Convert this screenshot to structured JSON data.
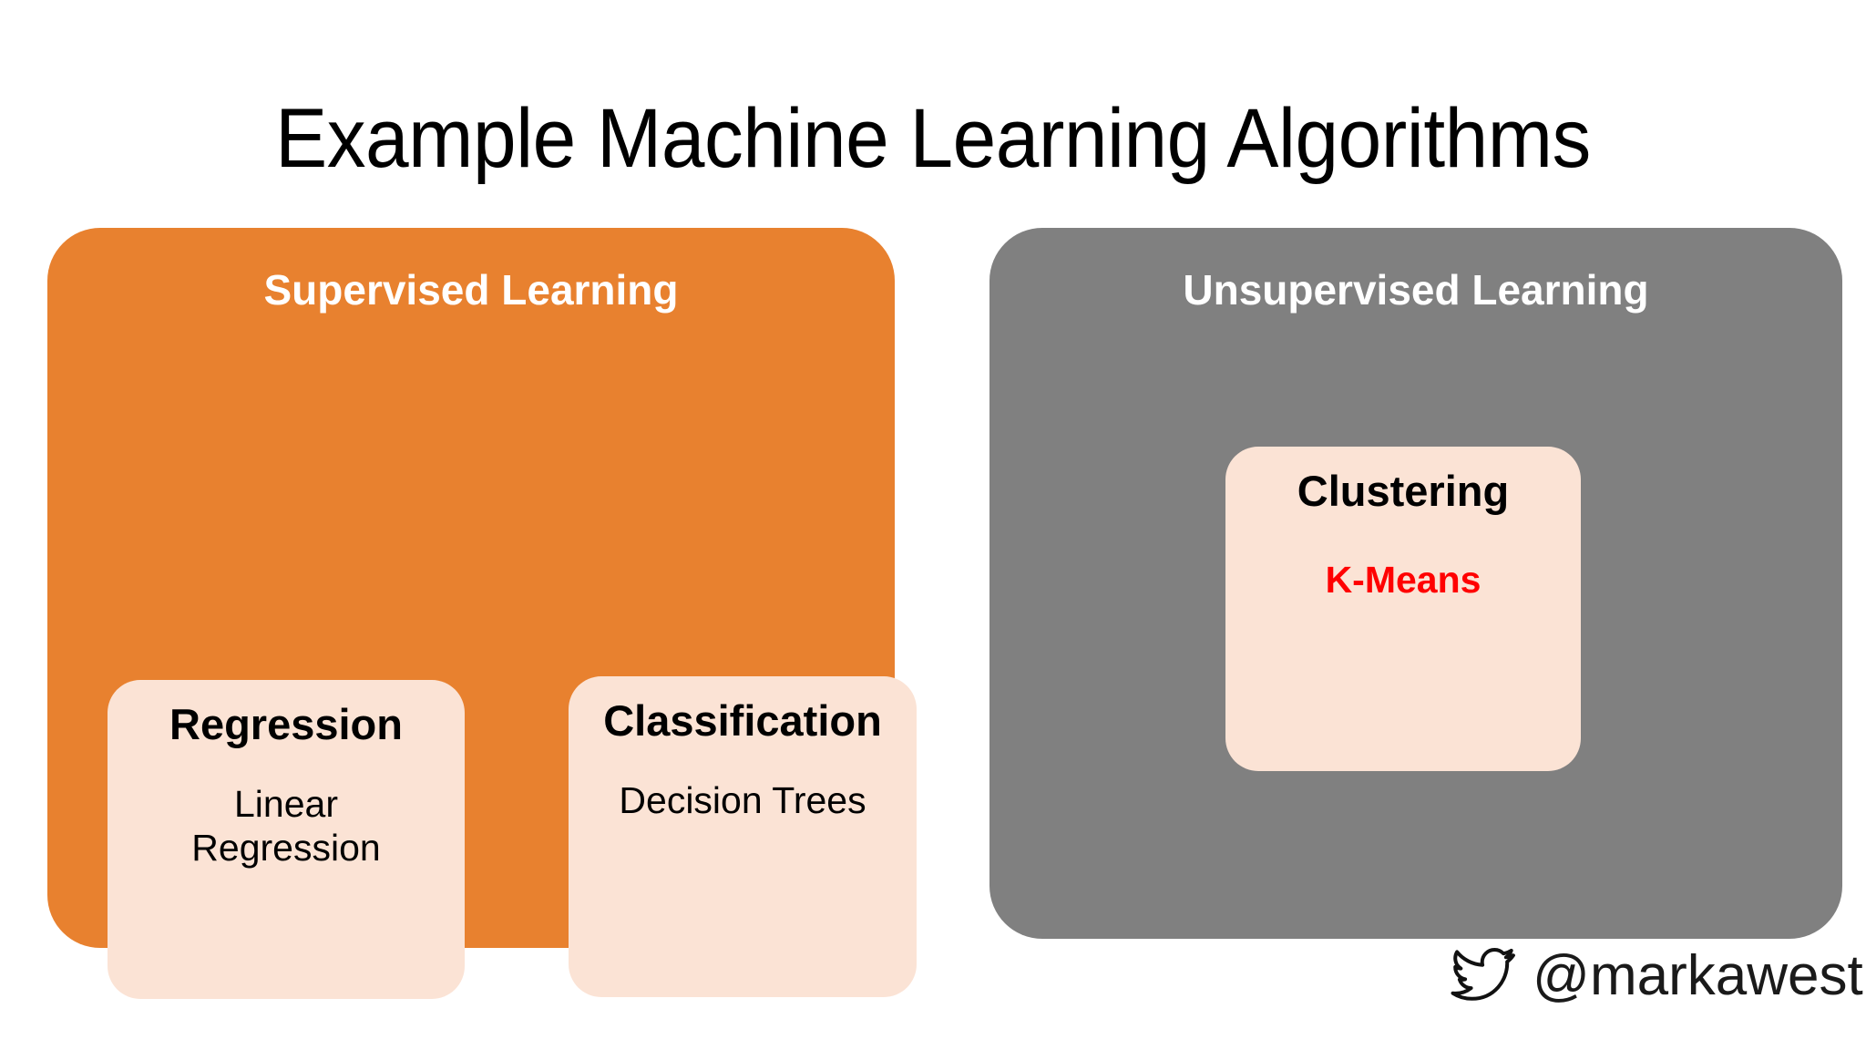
{
  "title": "Example Machine Learning Algorithms",
  "colors": {
    "supervised_panel": "#E8812F",
    "unsupervised_panel": "#808080",
    "card_background": "#FBE3D5",
    "accent_red": "#FF0000",
    "page_background": "#FFFFFF",
    "title_text": "#000000",
    "panel_heading_text": "#FFFFFF"
  },
  "panels": [
    {
      "heading": "Supervised Learning",
      "cards": [
        {
          "title": "Regression",
          "lines": [
            "Linear",
            "Regression"
          ],
          "emphasis": false
        },
        {
          "title": "Classification",
          "lines": [
            "Decision Trees"
          ],
          "emphasis": false
        }
      ]
    },
    {
      "heading": "Unsupervised Learning",
      "cards": [
        {
          "title": "Clustering",
          "lines": [
            "K-Means"
          ],
          "emphasis": true
        }
      ]
    }
  ],
  "credit": {
    "icon": "twitter-bird-icon",
    "handle": "@markawest"
  }
}
